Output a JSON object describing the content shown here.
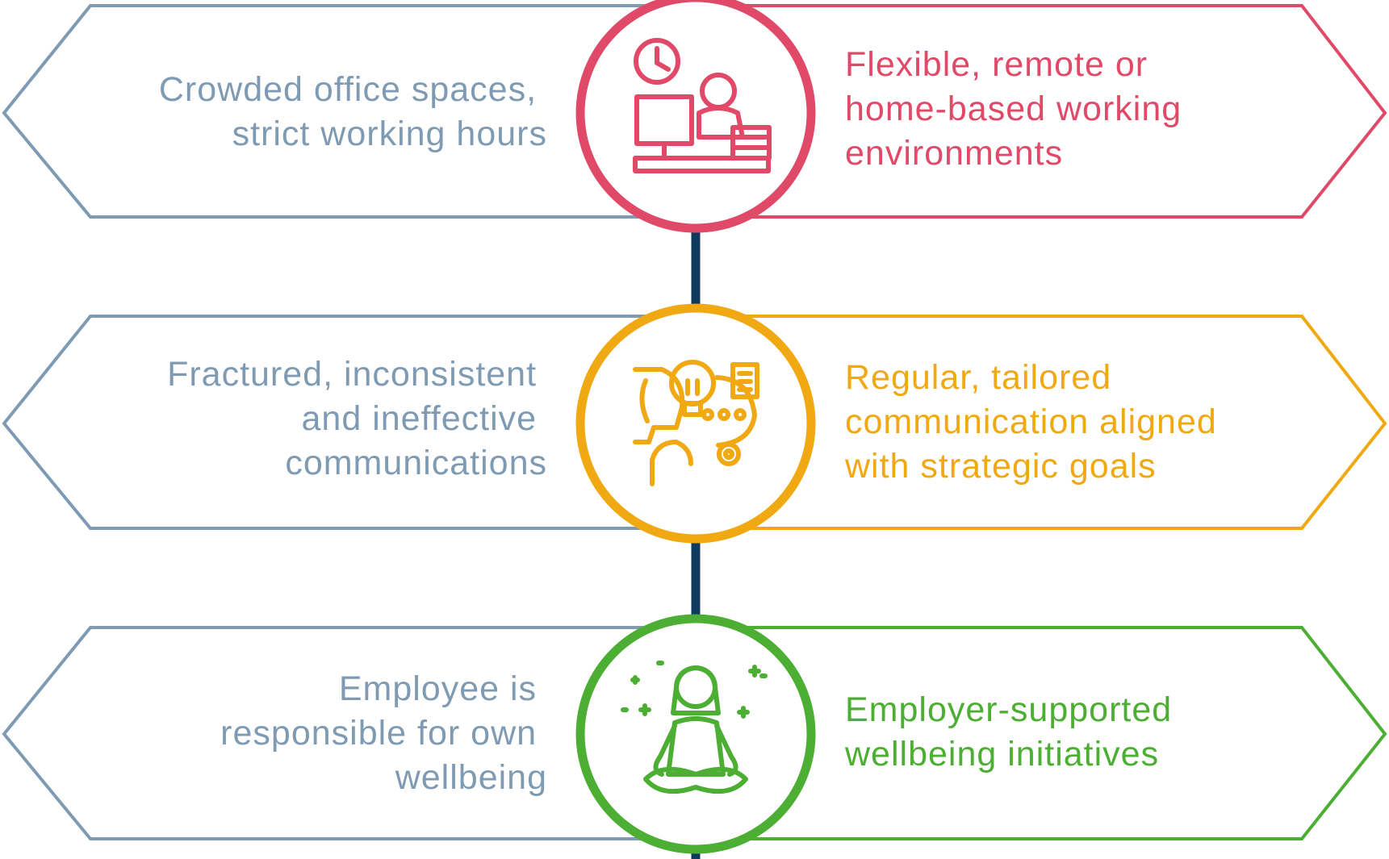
{
  "colors": {
    "old_way": "#7f9bb3",
    "connector": "#0f3a5e",
    "rows": [
      "#e04a68",
      "#f0a913",
      "#4cae33"
    ]
  },
  "rows": [
    {
      "left_lines": [
        "Crowded office spaces,",
        "strict working hours"
      ],
      "right_lines": [
        "Flexible, remote or",
        "home-based working",
        "environments"
      ],
      "icon": "office-worker-desk-clock-icon"
    },
    {
      "left_lines": [
        "Fractured, inconsistent",
        "and ineffective",
        "communications"
      ],
      "right_lines": [
        "Regular, tailored",
        "communication aligned",
        "with strategic goals"
      ],
      "icon": "head-lightbulb-speech-bubble-gear-icon"
    },
    {
      "left_lines": [
        "Employee is",
        "responsible for own",
        "wellbeing"
      ],
      "right_lines": [
        "Employer-supported",
        "wellbeing initiatives"
      ],
      "icon": "meditating-person-icon"
    }
  ]
}
